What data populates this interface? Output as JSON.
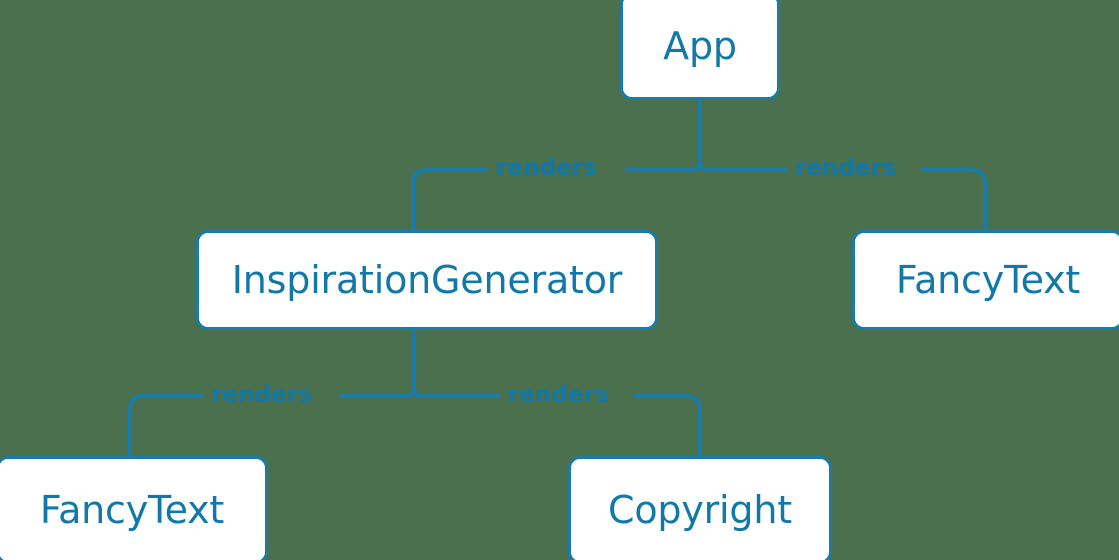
{
  "diagram": {
    "type": "component-tree",
    "background_color": "#4a704d",
    "node_fill_color": "#ffffff",
    "node_border_color": "#1a7ba8",
    "text_color": "#1278a8",
    "edge_color": "#1a7ba8",
    "nodes": [
      {
        "id": "app",
        "label": "App"
      },
      {
        "id": "inspiration",
        "label": "InspirationGenerator"
      },
      {
        "id": "fancytext_r",
        "label": "FancyText"
      },
      {
        "id": "fancytext_b",
        "label": "FancyText"
      },
      {
        "id": "copyright",
        "label": "Copyright"
      }
    ],
    "edges": [
      {
        "from": "app",
        "to": "inspiration",
        "label": "renders"
      },
      {
        "from": "app",
        "to": "fancytext_r",
        "label": "renders"
      },
      {
        "from": "inspiration",
        "to": "fancytext_b",
        "label": "renders"
      },
      {
        "from": "inspiration",
        "to": "copyright",
        "label": "renders"
      }
    ]
  }
}
